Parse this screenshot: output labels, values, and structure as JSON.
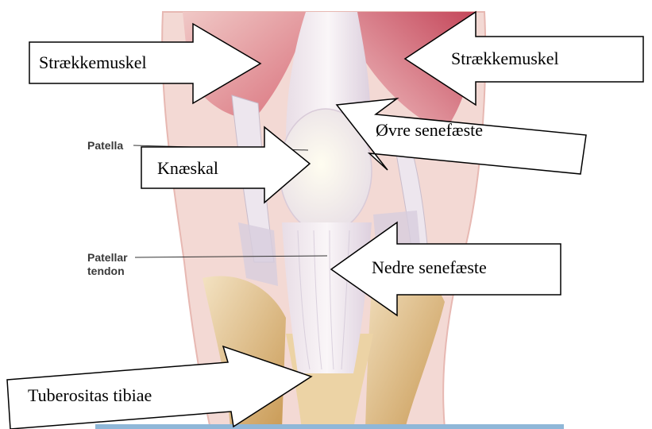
{
  "illustration": {
    "name": "knee-anatomy-illustration",
    "colors": {
      "background": "#ffffff",
      "skin": "#f3d9d4",
      "skin_edge": "#e7b8b2",
      "muscle": "#d9717c",
      "tendon": "#f1e9ee",
      "tendon_shadow": "#d9cfe0",
      "bone": "#e7c48c",
      "bone_dark": "#c99a55",
      "bottom_bar": "#8fb7d8"
    }
  },
  "original_labels": {
    "patella": "Patella",
    "patellar_tendon_line1": "Patellar",
    "patellar_tendon_line2": "tendon"
  },
  "callouts": {
    "quadriceps_left": "Strækkemuskel",
    "quadriceps_right": "Strækkemuskel",
    "upper_tendon_attachment": "Øvre senefæste",
    "kneecap": "Knæskal",
    "lower_tendon_attachment": "Nedre senefæste",
    "tibial_tuberosity": "Tuberositas tibiae"
  }
}
